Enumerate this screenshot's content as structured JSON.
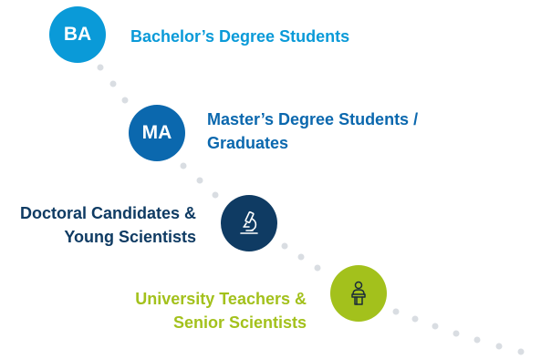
{
  "colors": {
    "light_blue": "#0a9ad8",
    "mid_blue": "#0b68ae",
    "dark_blue": "#0f3b63",
    "lime": "#a3c11c",
    "dots": "#d9dde2"
  },
  "stages": [
    {
      "badge": "BA",
      "label_lines": [
        "Bachelor’s Degree Students"
      ]
    },
    {
      "badge": "MA",
      "label_lines": [
        "Master’s Degree Students /",
        "Graduates"
      ]
    },
    {
      "icon": "microscope-icon",
      "label_lines": [
        "Doctoral Candidates &",
        "Young Scientists"
      ]
    },
    {
      "icon": "lecturer-at-podium-icon",
      "label_lines": [
        "University Teachers &",
        "Senior Scientists"
      ]
    }
  ]
}
